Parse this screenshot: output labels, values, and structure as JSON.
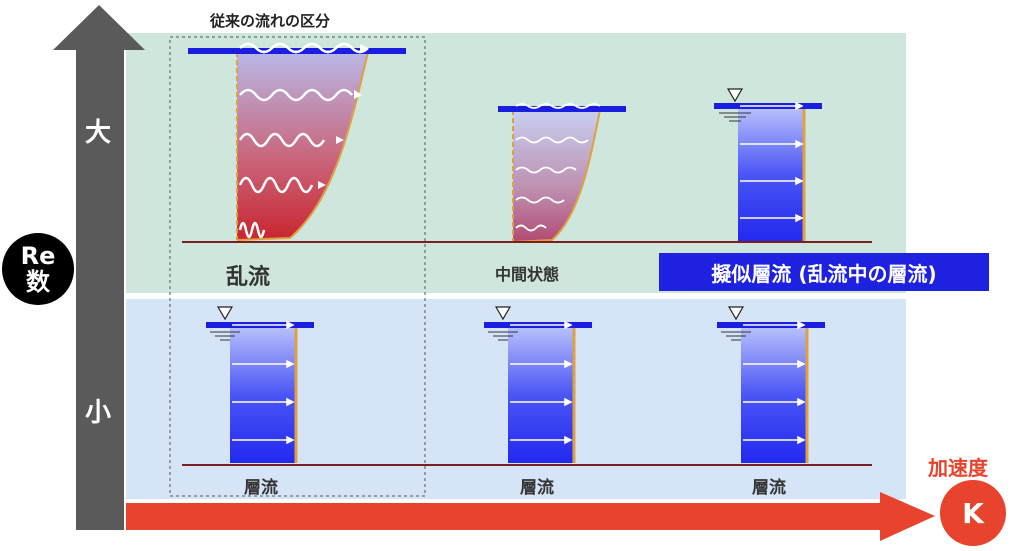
{
  "axis": {
    "y_high": "大",
    "y_low": "小",
    "re_line1": "Re",
    "re_line2": "数",
    "x_title": "加速度",
    "x_symbol": "K"
  },
  "top_box_title": "従来の流れの区分",
  "cells": {
    "top_left": "乱流",
    "top_mid": "中間状態",
    "top_right": "擬似層流 (乱流中の層流)",
    "bot_left": "層流",
    "bot_mid": "層流",
    "bot_right": "層流"
  },
  "colors": {
    "top_panel": "#cfe6dc",
    "bottom_panel": "#d6e4f7",
    "y_axis": "#5a5a5a",
    "x_axis": "#e8432c",
    "profile_blue": "#2c32f0",
    "turbulent_red": "#c9252f"
  }
}
